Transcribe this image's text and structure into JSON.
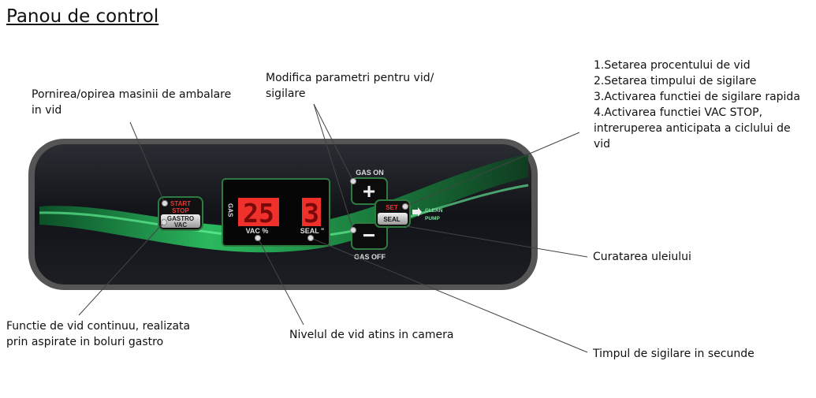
{
  "title": "Panou de control",
  "annotations": {
    "start_stop": [
      "Pornirea/opirea masinii de ambalare",
      "in vid"
    ],
    "modify": [
      "Modifica parametri pentru vid/",
      "sigilare"
    ],
    "set_functions": [
      "1.Setarea procentului de vid",
      "2.Setarea timpului de sigilare",
      "3.Activarea functiei de sigilare rapida",
      "4.Activarea functiei VAC STOP,",
      "intreruperea anticipata a ciclului de",
      "vid"
    ],
    "clean": "Curatarea uleiului",
    "gastro": [
      "Functie de vid continuu, realizata",
      "prin aspirate in boluri gastro"
    ],
    "vac_level": "Nivelul de vid atins in camera",
    "seal_time": "Timpul de sigilare in secunde"
  },
  "panel": {
    "start": "START",
    "stop": "STOP",
    "gastro": "GASTRO",
    "vac": "VAC",
    "gas": "GAS",
    "vac_value": "25",
    "seal_value": "3",
    "vac_label": "VAC %",
    "seal_label": "SEAL \"",
    "gas_on": "GAS ON",
    "gas_off": "GAS OFF",
    "plus": "+",
    "minus": "−",
    "set": "SET",
    "seal": "SEAL",
    "clean": "CLEAN",
    "pump": "PUMP"
  }
}
